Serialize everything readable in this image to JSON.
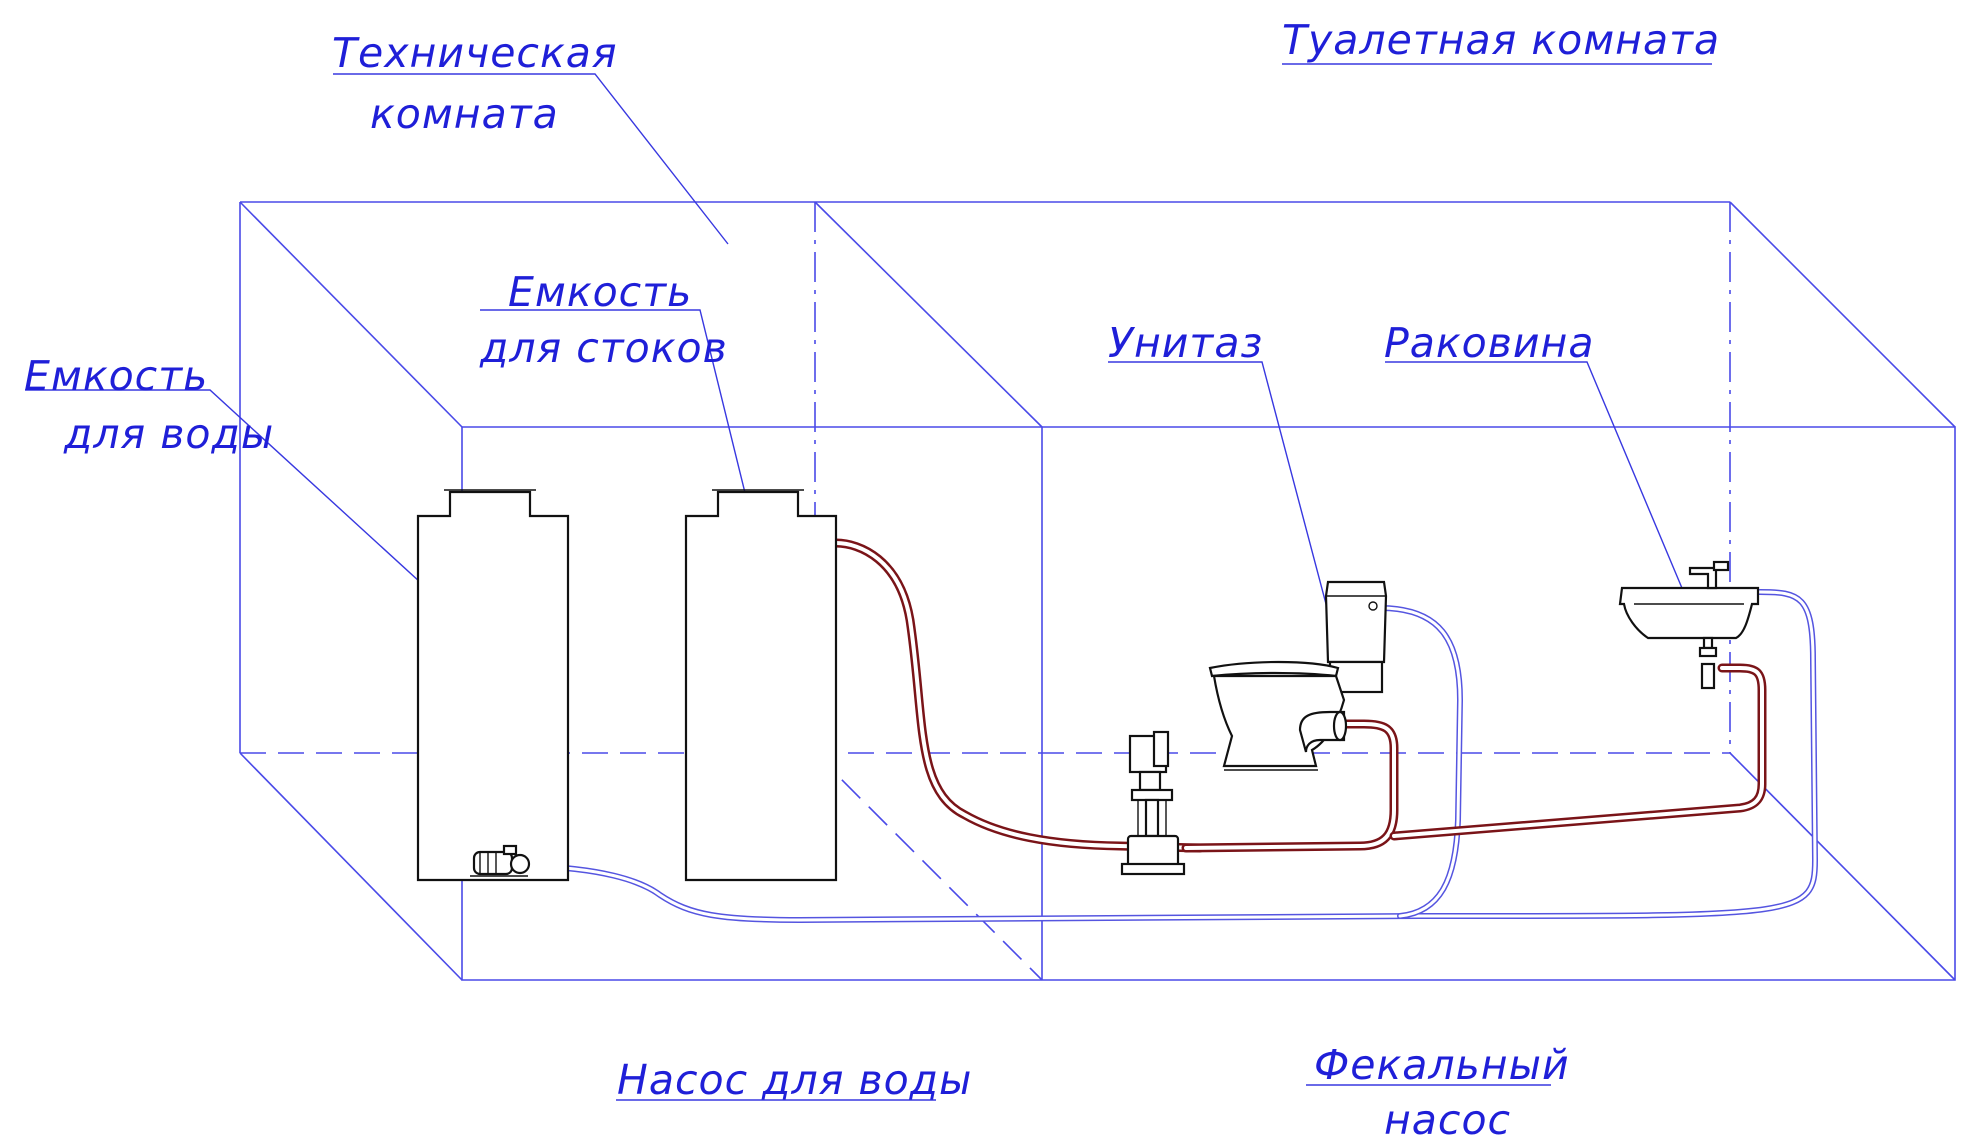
{
  "labels": {
    "tech_room": [
      "Техническая",
      "комната"
    ],
    "toilet_room": "Туалетная комната",
    "sewage_tank": [
      "Емкость",
      "для стоков"
    ],
    "water_tank": [
      "Емкость",
      "для воды"
    ],
    "toilet": "Унитаз",
    "sink": "Раковина",
    "water_pump": "Насос для воды",
    "fecal_pump": [
      "Фекальный",
      "насос"
    ]
  },
  "colors": {
    "label_text": "#1f1fd8",
    "room_lines": "#4a4ae8",
    "sewage_pipe": "#7a1418",
    "water_pipe": "#5555e0",
    "equipment": "#111111"
  }
}
